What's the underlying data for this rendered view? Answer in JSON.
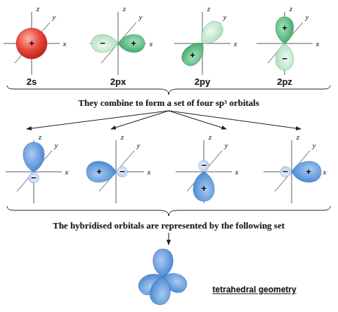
{
  "diagram": {
    "labels": [
      "z",
      "y",
      "x",
      "+",
      "z",
      "y",
      "x",
      "−",
      "+",
      "z",
      "y",
      "x",
      "+",
      "z",
      "y",
      "x",
      "+",
      "−",
      "2s",
      "2px",
      "2py",
      "2pz",
      "They combine to form a set of four sp³ orbitals",
      "z",
      "y",
      "x",
      "−",
      "z",
      "y",
      "x",
      "+",
      "−",
      "z",
      "y",
      "x",
      "−",
      "+",
      "z",
      "y",
      "x",
      "−",
      "+",
      "The hybridised orbitals are represented by the following set",
      "tetrahedral geometry"
    ]
  }
}
